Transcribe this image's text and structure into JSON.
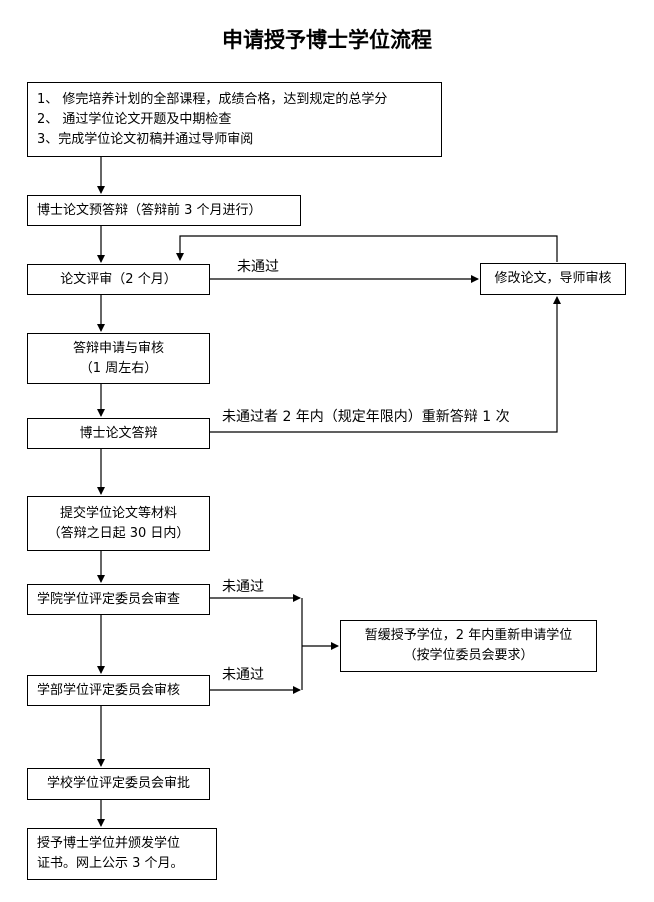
{
  "title": "申请授予博士学位流程",
  "steps": {
    "prereq": [
      "1、 修完培养计划的全部课程，成绩合格，达到规定的总学分",
      "2、 通过学位论文开题及中期检查",
      "3、完成学位论文初稿并通过导师审阅"
    ],
    "predefense": "博士论文预答辩（答辩前 3 个月进行）",
    "review": "论文评审（2 个月）",
    "revise": "修改论文，导师审核",
    "apply": [
      "答辩申请与审核",
      "（1 周左右）"
    ],
    "defense": "博士论文答辩",
    "submit": [
      "提交学位论文等材料",
      "（答辩之日起 30 日内）"
    ],
    "college": "学院学位评定委员会审查",
    "division": "学部学位评定委员会审核",
    "school": "学校学位评定委员会审批",
    "grant": [
      "授予博士学位并颁发学位",
      "证书。网上公示 3 个月。"
    ],
    "postpone": [
      "暂缓授予学位，2 年内重新申请学位",
      "（按学位委员会要求）"
    ]
  },
  "labels": {
    "review_fail": "未通过",
    "defense_fail": "未通过者 2 年内（规定年限内）重新答辩 1 次",
    "college_fail": "未通过",
    "division_fail": "未通过"
  }
}
